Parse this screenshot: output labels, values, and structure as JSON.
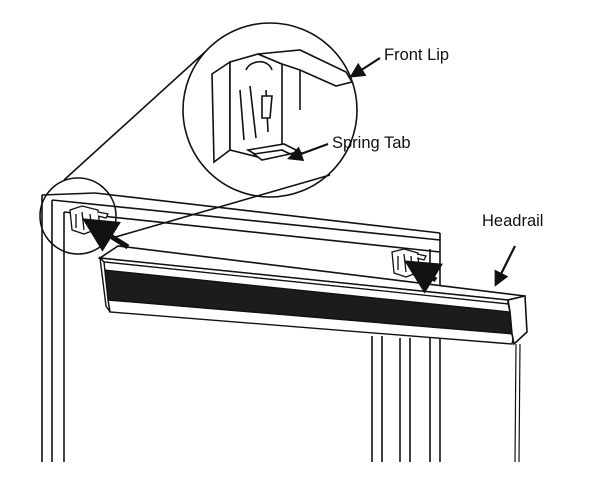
{
  "labels": {
    "front_lip": "Front Lip",
    "spring_tab": "Spring Tab",
    "headrail": "Headrail"
  },
  "colors": {
    "line": "#111111",
    "background": "#ffffff",
    "fabric": "#1c1c1c",
    "arrow": "#111111"
  }
}
